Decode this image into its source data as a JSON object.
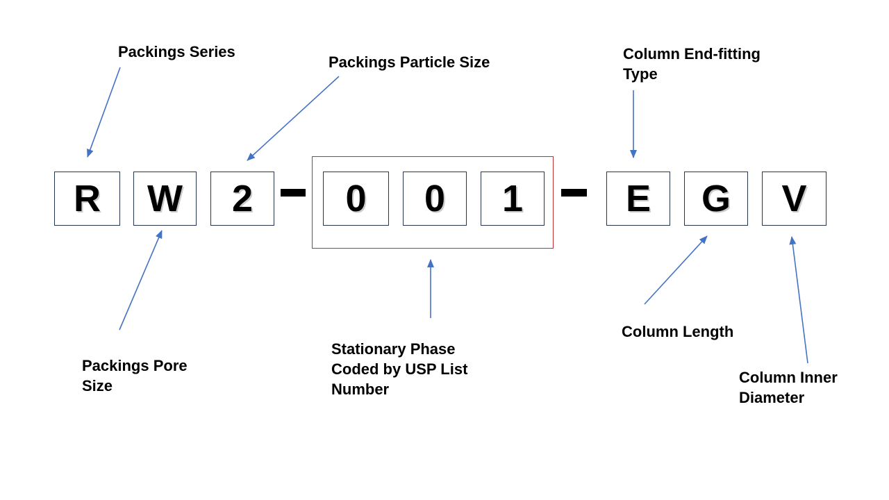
{
  "diagram": {
    "full_code": "RW2-001-EGV"
  },
  "code": {
    "chars": [
      "R",
      "W",
      "2",
      "0",
      "0",
      "1",
      "E",
      "G",
      "V"
    ],
    "separator": "-"
  },
  "labels": {
    "packings_series": "Packings Series",
    "packings_particle_size": "Packings Particle Size",
    "column_end_fitting_type": "Column End-fitting Type",
    "packings_pore_size": "Packings Pore Size",
    "stationary_phase_usp": "Stationary Phase Coded by USP List Number",
    "column_length": "Column Length",
    "column_inner_diameter": "Column Inner Diameter"
  },
  "colors": {
    "background": "#ffffff",
    "text": "#000000",
    "box_border": "#25344f",
    "highlight_border": "#c13030",
    "arrow": "#4472c4"
  }
}
